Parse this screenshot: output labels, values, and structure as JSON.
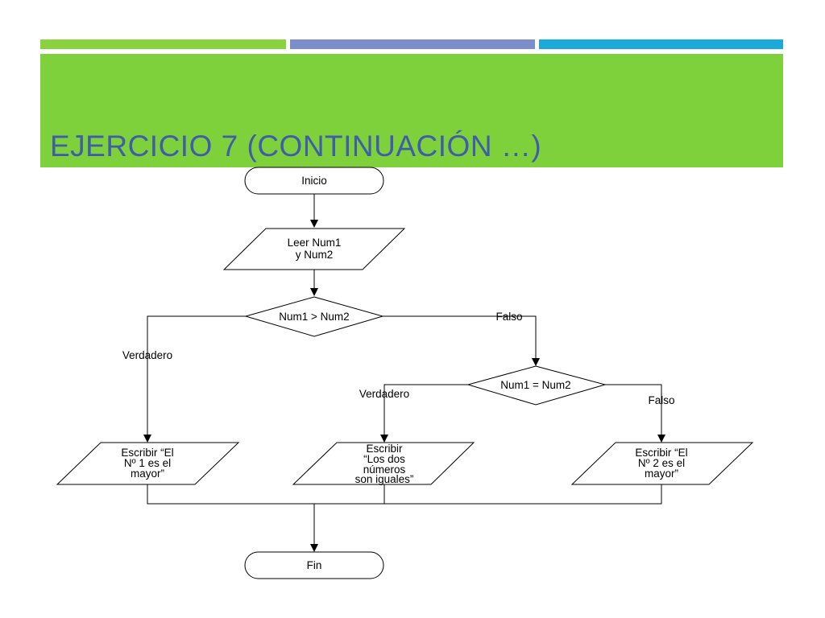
{
  "colors": {
    "stripe_1": "#8ad23f",
    "stripe_2": "#7c8fcb",
    "stripe_3": "#1aa9d8",
    "title_band": "#7fd13b",
    "title_text": "#3e5ea8"
  },
  "slide": {
    "title": "EJERCICIO 7 (CONTINUACIÓN …)"
  },
  "flowchart": {
    "start": "Inicio",
    "read": [
      "Leer Num1",
      "y Num2"
    ],
    "decision_1": "Num1 > Num2",
    "d1_true": "Verdadero",
    "d1_false": "Falso",
    "decision_2": "Num1 = Num2",
    "d2_true": "Verdadero",
    "d2_false": "Falso",
    "out_1": [
      "Escribir “El",
      "Nº 1 es el",
      "mayor”"
    ],
    "out_equal": [
      "Escribir",
      "“Los dos",
      "números",
      "son iguales”"
    ],
    "out_2": [
      "Escribir “El",
      "Nº 2 es el",
      "mayor”"
    ],
    "end": "Fin"
  }
}
